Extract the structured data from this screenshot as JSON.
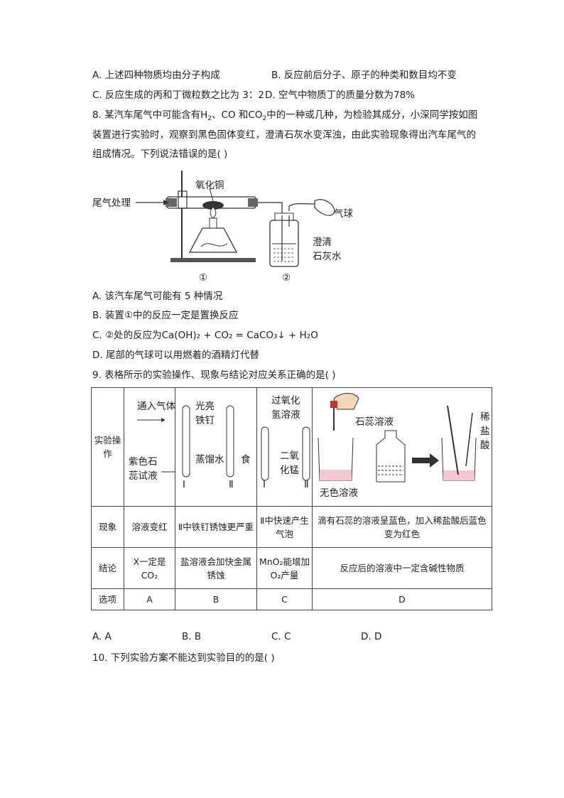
{
  "q7": {
    "A": "A. 上述四种物质均由分子构成",
    "B": "B. 反应前后分子、原子的种类和数目均不变",
    "C": "C. 反应生成的丙和丁微粒数之比为 3：2",
    "D": "D. 空气中物质丁的质量分数为78%"
  },
  "q8": {
    "stem_1": "8.  某汽车尾气中可能含有H",
    "stem_2": "、CO 和CO",
    "stem_3": "中的一种或几种，为检验其成分，小深同学按如图",
    "stem_line2": "装置进行实验时，观察到黑色固体变红，澄清石灰水变浑浊，由此实验现象得出汽车尾气的",
    "stem_line3": "组成情况。下列说法错误的是(    )",
    "figure": {
      "label_copper_oxide": "氧化铜",
      "label_tail_gas": "尾气处理",
      "label_balloon": "气球",
      "label_limewater_1": "澄清",
      "label_limewater_2": "石灰水",
      "label_1": "①",
      "label_2": "②"
    },
    "options": {
      "A": "A.  该汽车尾气可能有 5 种情况",
      "B": "B.  装置①中的反应一定是置换反应",
      "C": "C. ②处的反应为Ca(OH)₂ + CO₂ = CaCO₃↓ + H₂O",
      "D": "D.  尾部的气球可以用燃着的酒精灯代替"
    }
  },
  "q9": {
    "stem": "9.   表格所示的实验操作、现象与结论对应关系正确的是(    )",
    "table": {
      "row_headers": {
        "operation": "实验操\n作",
        "phenomenon": "现象",
        "conclusion": "结论",
        "option": "选项"
      },
      "figA": {
        "gas": "通入气体",
        "litmus_1": "紫色石",
        "litmus_2": "蕊试液"
      },
      "figB": {
        "nail_1": "光亮",
        "nail_2": "铁钉",
        "water": "蒸馏水",
        "salt": "食",
        "t1": "Ⅰ",
        "t2": "Ⅱ"
      },
      "figC": {
        "h2o2_1": "过氧化",
        "h2o2_2": "氢溶液",
        "mno2_1": "二氧",
        "mno2_2": "化锰",
        "t1": "Ⅰ",
        "t2": "Ⅱ"
      },
      "figD": {
        "litmus": "石蕊溶液",
        "colorless": "无色溶液",
        "acid_1": "稀",
        "acid_2": "盐",
        "acid_3": "酸"
      },
      "phenomena": [
        "溶液变红",
        "Ⅱ中铁钉锈蚀更严重",
        "Ⅱ中快速产生气泡",
        "滴有石蕊的溶液呈蓝色，加入稀盐酸后蓝色变为红色"
      ],
      "conclusions": [
        "X一定是CO₂",
        "盐溶液会加快金属锈蚀",
        "MnO₂能增加O₂产量",
        "反应后的溶液中一定含碱性物质"
      ],
      "options": [
        "A",
        "B",
        "C",
        "D"
      ]
    },
    "answers": [
      "A. A",
      "B. B",
      "C. C",
      "D. D"
    ]
  },
  "q10": {
    "stem": "10.   下列实验方案不能达到实验目的的是(    )"
  }
}
